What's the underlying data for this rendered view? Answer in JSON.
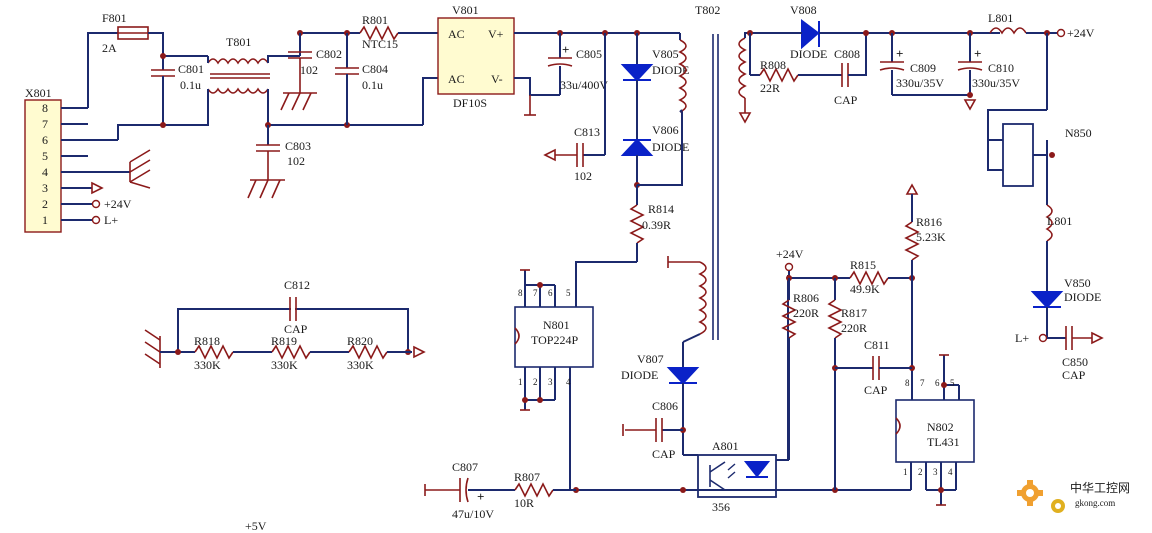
{
  "labels": {
    "F801": "F801",
    "F801_val": "2A",
    "T801": "T801",
    "C801": "C801",
    "C801_val": "0.1u",
    "C802": "C802",
    "C802_val": "102",
    "C803": "C803",
    "C803_val": "102",
    "C804": "C804",
    "C804_val": "0.1u",
    "R801": "R801",
    "R801_val": "NTC15",
    "V801": "V801",
    "V801_val": "DF10S",
    "AC1": "AC",
    "AC2": "AC",
    "Vp": "V+",
    "Vm": "V-",
    "C805": "C805",
    "C805_val": "33u/400V",
    "T802": "T802",
    "V805": "V805",
    "V805_val": "DIODE",
    "V806": "V806",
    "V806_val": "DIODE",
    "C813": "C813",
    "C813_val": "102",
    "R814": "R814",
    "R814_val": "0.39R",
    "N801": "N801",
    "N801_val": "TOP224P",
    "V807": "V807",
    "V807_val": "DIODE",
    "C806": "C806",
    "C806_val": "CAP",
    "C807": "C807",
    "C807_val": "47u/10V",
    "R807": "R807",
    "R807_val": "10R",
    "A801": "A801",
    "A801_val": "356",
    "V808": "V808",
    "V808_val": "DIODE",
    "R808": "R808",
    "R808_val": "22R",
    "C808": "C808",
    "C808_val": "CAP",
    "C809": "C809",
    "C809_val": "330u/35V",
    "C810": "C810",
    "C810_val": "330u/35V",
    "L801": "L801",
    "L801b": "L801",
    "plus24": "+24V",
    "N850": "N850",
    "V850": "V850",
    "V850_val": "DIODE",
    "Lplus": "L+",
    "C850": "C850",
    "C850_val": "CAP",
    "plus24b": "+24V",
    "R806": "R806",
    "R806_val": "220R",
    "R815": "R815",
    "R815_val": "49.9K",
    "R816": "R816",
    "R816_val": "5.23K",
    "R817": "R817",
    "R817_val": "220R",
    "C811": "C811",
    "C811_val": "CAP",
    "N802": "N802",
    "N802_val": "TL431",
    "C812": "C812",
    "C812_val": "CAP",
    "R818": "R818",
    "R818_val": "330K",
    "R819": "R819",
    "R819_val": "330K",
    "R820": "R820",
    "R820_val": "330K",
    "X801": "X801",
    "pin8": "8",
    "pin7": "7",
    "pin6": "6",
    "pin5": "5",
    "pin4": "4",
    "pin3": "3",
    "pin2": "2",
    "pin1": "1",
    "pin2_lbl": "+24V",
    "pin1_lbl": "L+",
    "plus5": "+5V",
    "n801_p8": "8",
    "n801_p7": "7",
    "n801_p6": "6",
    "n801_p5": "5",
    "n801_p1": "1",
    "n801_p2": "2",
    "n801_p3": "3",
    "n801_p4": "4",
    "n802_p8": "8",
    "n802_p7": "7",
    "n802_p6": "6",
    "n802_p5": "5",
    "n802_p1": "1",
    "n802_p2": "2",
    "n802_p3": "3",
    "n802_p4": "4",
    "watermark1": "中华工控网",
    "watermark2": "gkong.com"
  },
  "colors": {
    "wire": "#1c2a6e",
    "component": "#8b1a1a",
    "diode": "#0a22c8",
    "ic_fill": "#fffbd0",
    "watermark": "#e8821e"
  }
}
